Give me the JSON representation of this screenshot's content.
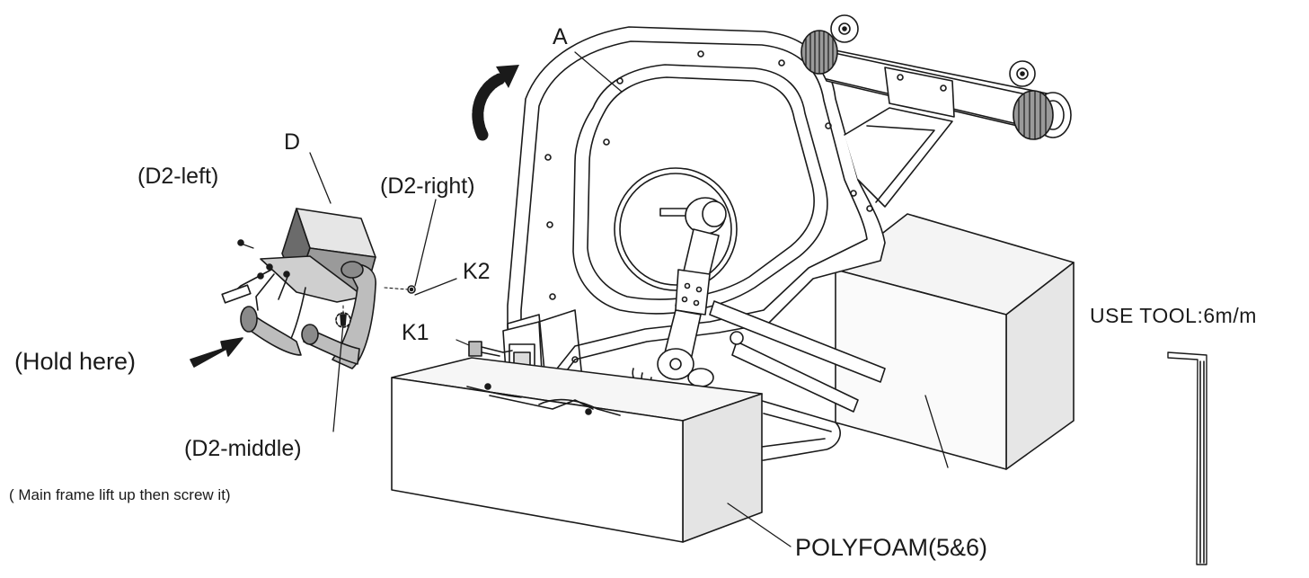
{
  "labels": {
    "a": "A",
    "d": "D",
    "d2_left": "(D2-left)",
    "d2_right": "(D2-right)",
    "d2_middle": "(D2-middle)",
    "k1": "K1",
    "k2": "K2",
    "hold_here": "(Hold here)",
    "note": "( Main frame  lift up then screw it)",
    "tool": "USE TOOL:6m/m",
    "polyfoam": "POLYFOAM(5&6)"
  },
  "icons": [
    "curved-arrow-icon",
    "push-arrow-icon",
    "allen-key-icon",
    "screw-icon"
  ],
  "colors": {
    "line": "#1a1a1a",
    "fill_light": "#f2f2f2",
    "fill_mid": "#bdbdbd",
    "fill_dark": "#6b6b6b"
  }
}
